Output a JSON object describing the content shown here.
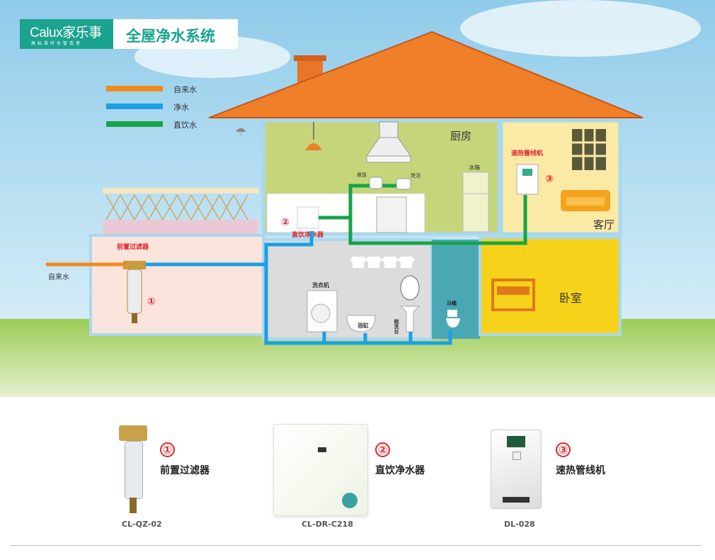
{
  "header": {
    "brand": "Calux家乐事",
    "slogan": "高标准好水智造者",
    "title": "全屋净水系统"
  },
  "legend": [
    {
      "label": "自来水",
      "color": "#f08a1c"
    },
    {
      "label": "净水",
      "color": "#1aa0e6"
    },
    {
      "label": "直饮水",
      "color": "#17a34a"
    }
  ],
  "rooms": {
    "kitchen": "厨房",
    "living_room": "客厅",
    "bedroom": "卧室"
  },
  "labels": {
    "tap_water_inlet": "自来水",
    "prefilter": "前置过滤器",
    "purifier": "直饮净水器",
    "heater": "速热管线机",
    "cook_rice": "煮饭",
    "soup": "煲汤",
    "fridge": "冰箱",
    "washer": "洗衣机",
    "bathtub": "浴缸",
    "washbasin": "梳洗台",
    "toilet": "马桶",
    "num1": "①",
    "num2": "②",
    "num3": "③"
  },
  "products": [
    {
      "number": "①",
      "name": "前置过滤器",
      "model": "CL-QZ-02"
    },
    {
      "number": "②",
      "name": "直饮净水器",
      "model": "CL-DR-C218"
    },
    {
      "number": "③",
      "name": "速热管线机",
      "model": "DL-028"
    }
  ],
  "colors": {
    "brand": "#1aa38f",
    "tap_water": "#f08a1c",
    "purified": "#1aa0e6",
    "drinking": "#17a34a",
    "accent_red": "#e2232a"
  }
}
